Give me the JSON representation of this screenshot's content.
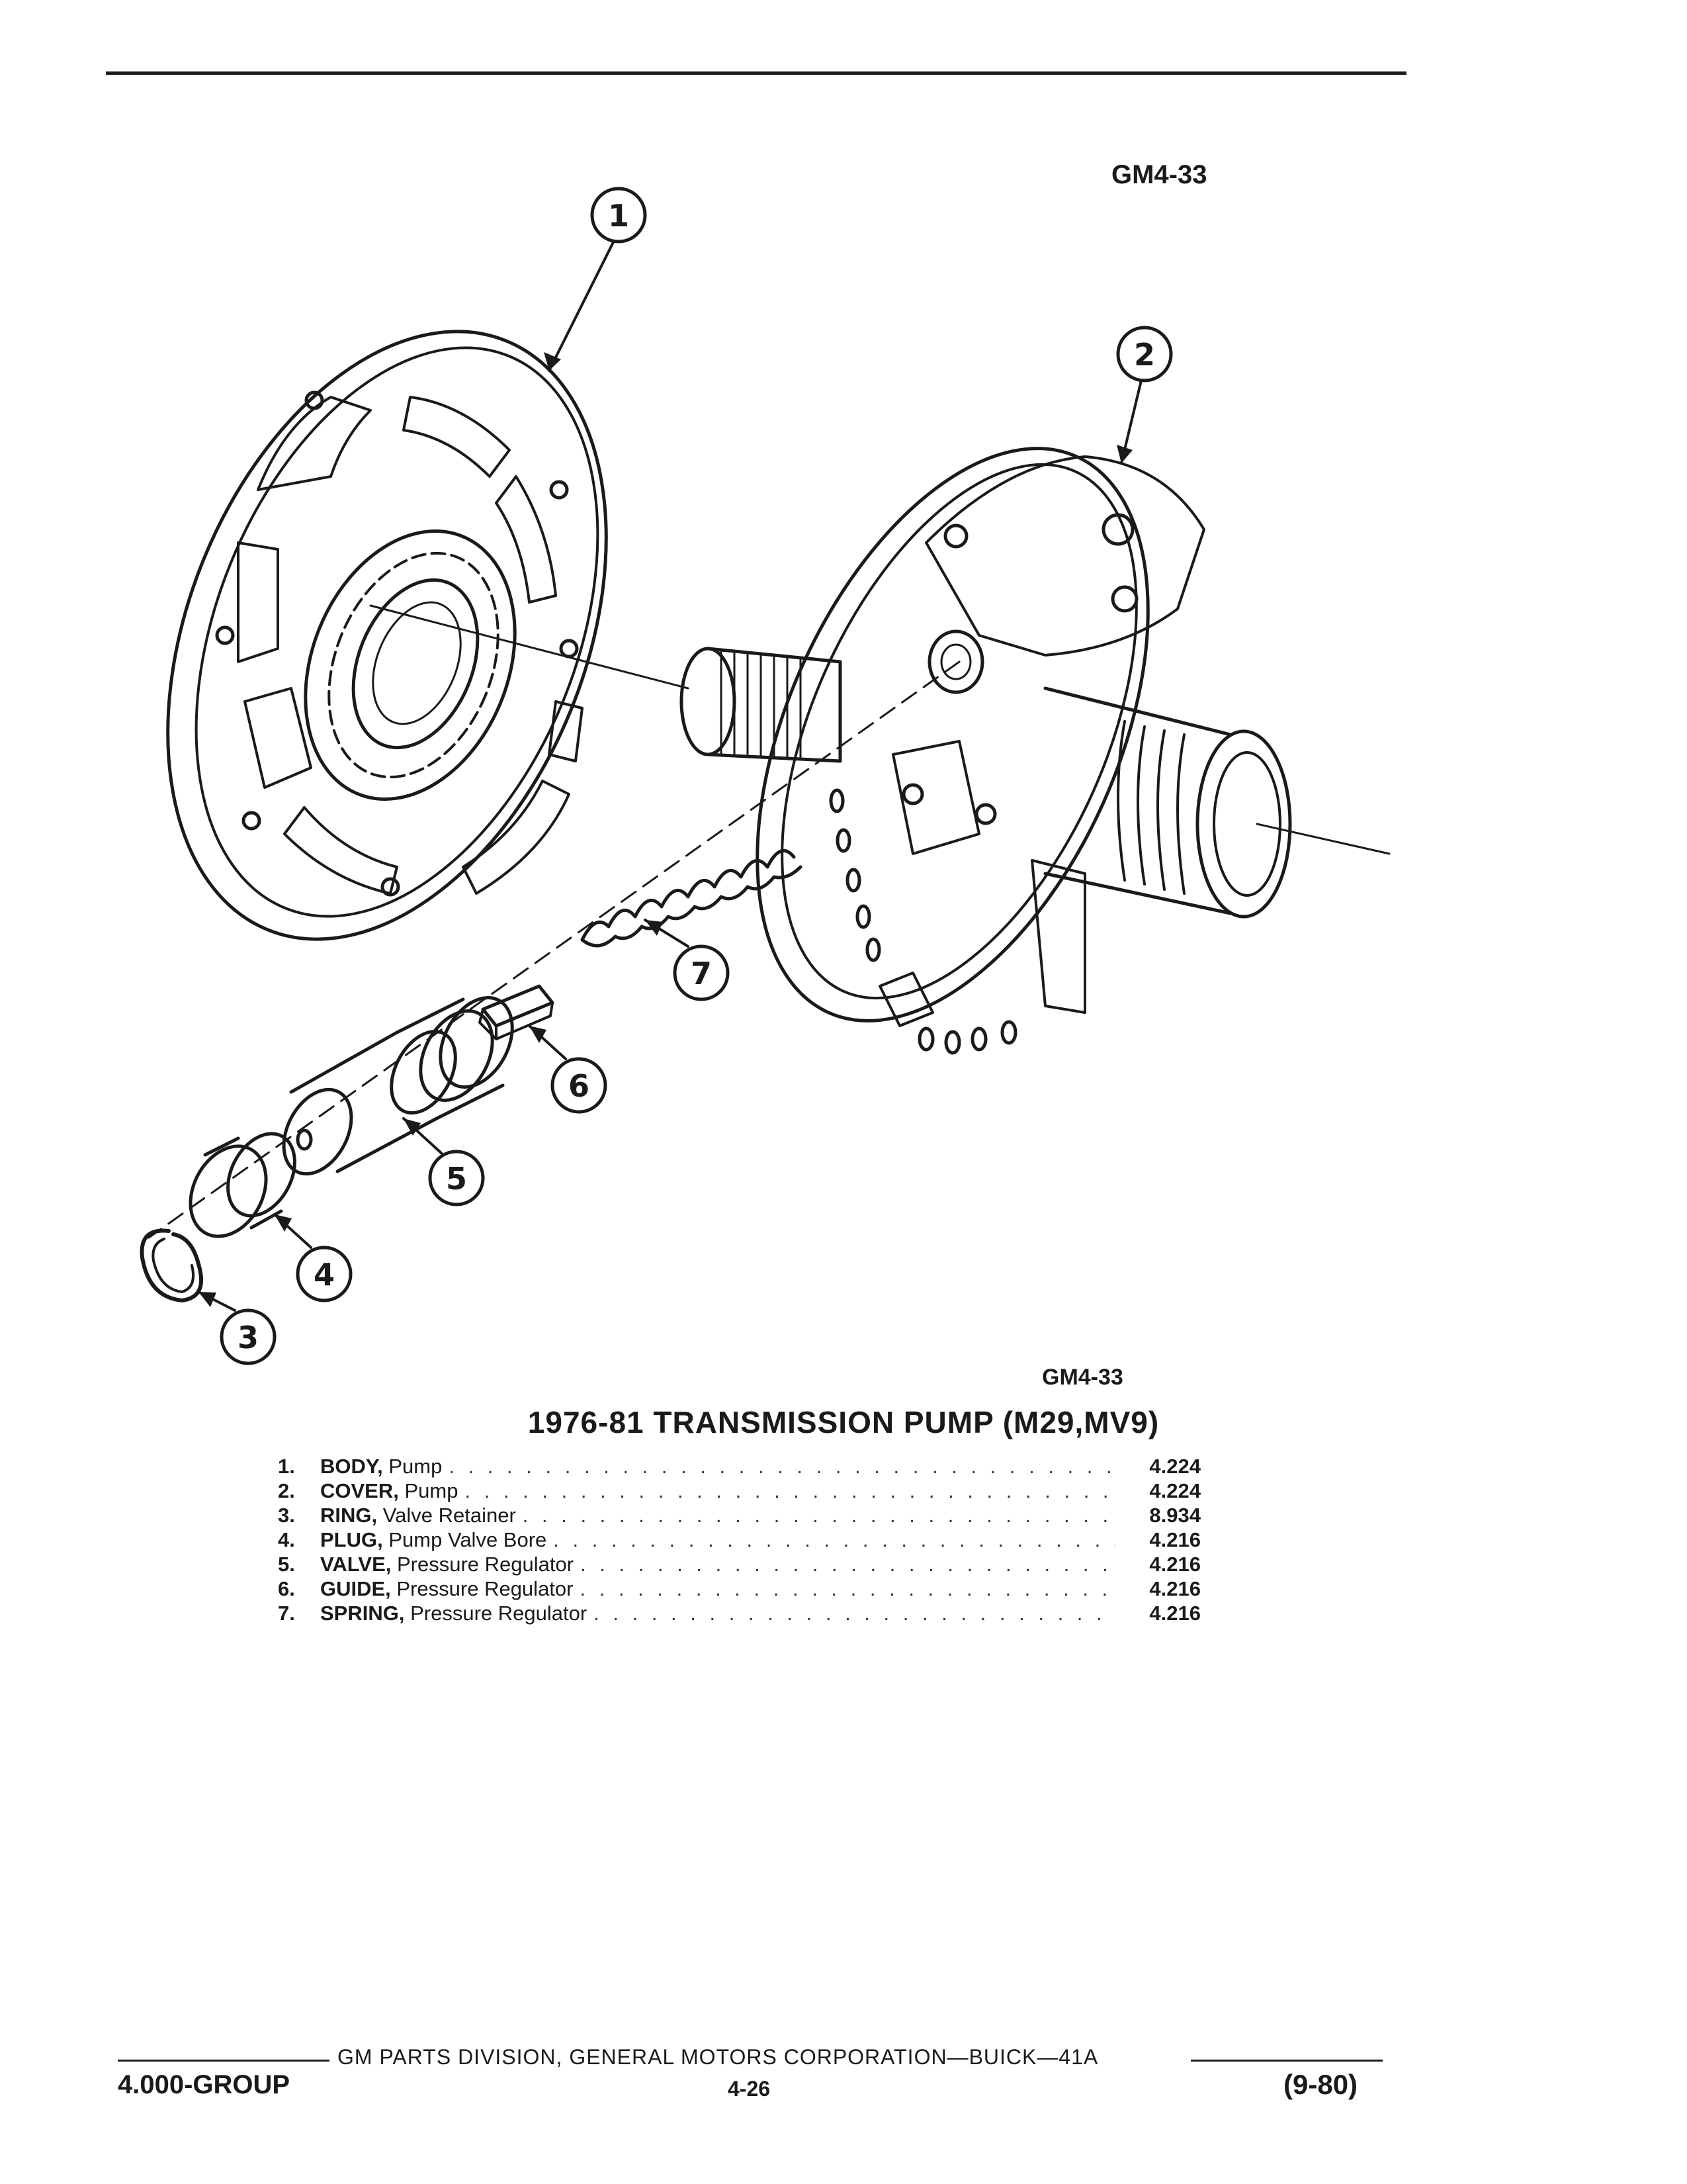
{
  "figure_code": "GM4-33",
  "title": "1976-81 TRANSMISSION PUMP (M29,MV9)",
  "callouts": [
    "1",
    "2",
    "3",
    "4",
    "5",
    "6",
    "7"
  ],
  "parts": [
    {
      "num": "1.",
      "name": "BODY,",
      "desc": " Pump",
      "code": "4.224"
    },
    {
      "num": "2.",
      "name": "COVER,",
      "desc": " Pump",
      "code": "4.224"
    },
    {
      "num": "3.",
      "name": "RING,",
      "desc": " Valve Retainer",
      "code": "8.934"
    },
    {
      "num": "4.",
      "name": "PLUG,",
      "desc": " Pump Valve Bore",
      "code": "4.216"
    },
    {
      "num": "5.",
      "name": "VALVE,",
      "desc": " Pressure Regulator",
      "code": "4.216"
    },
    {
      "num": "6.",
      "name": "GUIDE,",
      "desc": " Pressure Regulator",
      "code": "4.216"
    },
    {
      "num": "7.",
      "name": "SPRING,",
      "desc": " Pressure Regulator",
      "code": "4.216"
    }
  ],
  "footer": {
    "division": "GM PARTS DIVISION, GENERAL MOTORS CORPORATION—BUICK—41A",
    "group": "4.000-GROUP",
    "page": "4-26",
    "date": "(9-80)"
  }
}
